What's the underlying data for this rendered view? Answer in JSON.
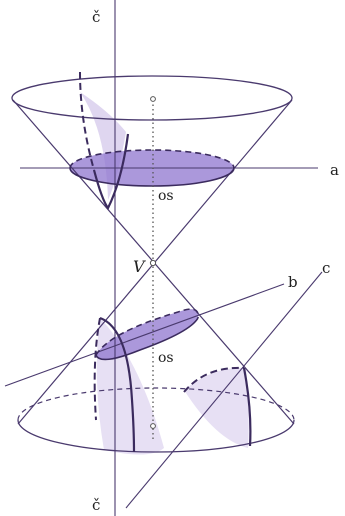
{
  "labels": {
    "axis_top": "č",
    "axis_bottom": "č",
    "plane_a": "a",
    "plane_b": "b",
    "plane_c": "c",
    "vertex": "V",
    "axis_upper": "os",
    "axis_lower": "os"
  },
  "colors": {
    "outline": "#4a3a6e",
    "section_fill": "#7b5fc4",
    "section_shade": "#b7a4dd",
    "axis_dots": "#555555",
    "label_text": "#222222"
  }
}
